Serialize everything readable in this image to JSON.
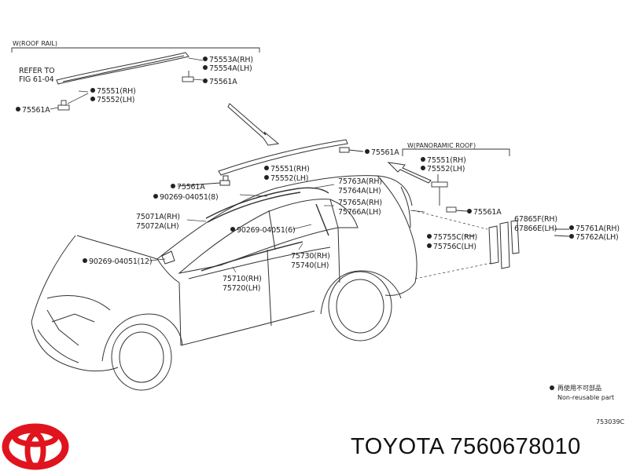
{
  "sections": {
    "roof_rail": "W(ROOF RAIL)",
    "panoramic_roof": "W(PANORAMIC ROOF)"
  },
  "refer_to": [
    "REFER TO",
    "FIG 61-04"
  ],
  "labels": {
    "rr_75553": "75553A(RH)",
    "rr_75554": "75554A(LH)",
    "rr_75561_top": "75561A",
    "rr_75551": "75551(RH)",
    "rr_75552": "75552(LH)",
    "rr_75561_left": "75561A",
    "m_75561_right": "75561A",
    "m_75551": "75551(RH)",
    "m_75552": "75552(LH)",
    "m_75561_left": "75561A",
    "m_90269_8": "90269-04051(8)",
    "m_75763": "75763A(RH)",
    "m_75764": "75764A(LH)",
    "m_75765": "75765A(RH)",
    "m_75766": "75766A(LH)",
    "m_75071": "75071A(RH)",
    "m_75072": "75072A(LH)",
    "m_90269_6": "90269-04051(6)",
    "m_90269_12": "90269-04051(12)",
    "m_75730": "75730(RH)",
    "m_75740": "75740(LH)",
    "m_75710": "75710(RH)",
    "m_75720": "75720(LH)",
    "pr_75551": "75551(RH)",
    "pr_75552": "75552(LH)",
    "pr_75561": "75561A",
    "pr_75755": "75755C(RH)",
    "pr_75756": "75756C(LH)",
    "pr_67865": "67865F(RH)",
    "pr_67866": "67866E(LH)",
    "pr_75761": "75761A(RH)",
    "pr_75762": "75762A(LH)"
  },
  "legend": {
    "jp": "再使用不可部品",
    "en": "Non-reusable part"
  },
  "figure_code": "753039C",
  "footer_text": "TOYOTA 7560678010",
  "colors": {
    "line": "#333333",
    "logo": "#e0141e"
  }
}
